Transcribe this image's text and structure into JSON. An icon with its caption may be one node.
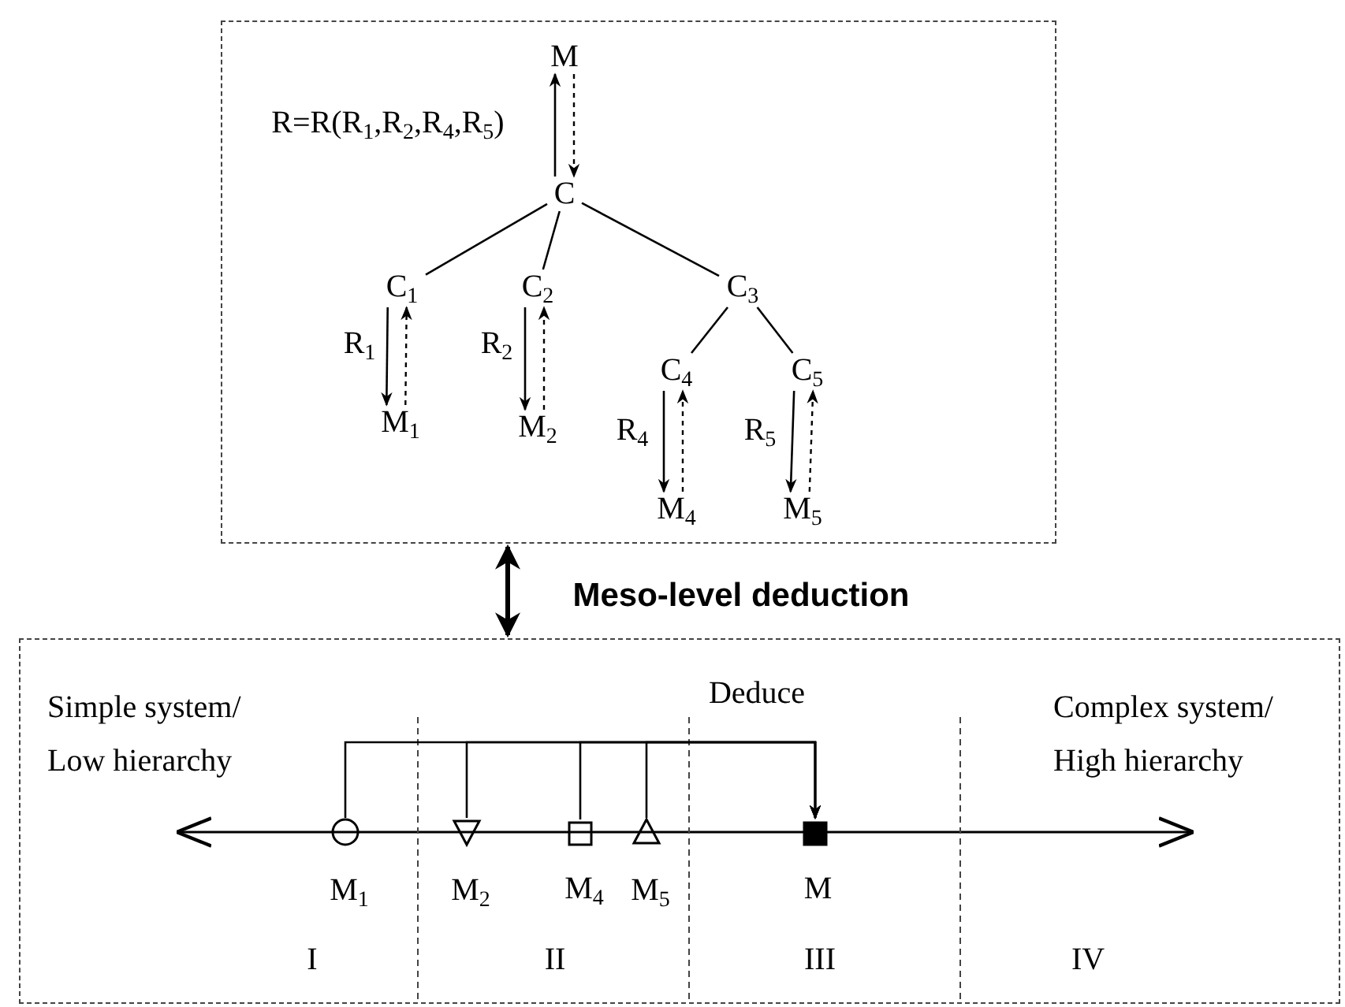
{
  "diagram": {
    "nodes": [
      {
        "text": [],
        "shape": "box"
      },
      {
        "text": [
          "M"
        ],
        "in": 0
      },
      {
        "text": [
          "C"
        ],
        "in": 0
      },
      {
        "text": [
          "C$_{1}$"
        ],
        "in": 0
      },
      {
        "text": [
          "C$_{2}$"
        ],
        "in": 0
      },
      {
        "text": [
          "C$_{3}$"
        ],
        "in": 0
      },
      {
        "text": [
          "C$_{4}$"
        ],
        "in": 0
      },
      {
        "text": [
          "C$_{5}$"
        ],
        "in": 0
      },
      {
        "text": [
          "M$_{1}$"
        ],
        "in": 0
      },
      {
        "text": [
          "M$_{2}$"
        ],
        "in": 0
      },
      {
        "text": [
          "M$_{4}$"
        ],
        "in": 0
      },
      {
        "text": [
          "M$_{5}$"
        ],
        "in": 0
      },
      {
        "text": [],
        "shape": "box"
      },
      {
        "text": [],
        "shape": "circle",
        "in": 12,
        "beside": [
          "M$_{1}$"
        ]
      },
      {
        "text": [],
        "shape": "triangle",
        "in": 12,
        "beside": [
          "M$_{2}$"
        ]
      },
      {
        "text": [],
        "shape": "box",
        "in": 12,
        "beside": [
          "M$_{4}$"
        ]
      },
      {
        "text": [],
        "shape": "triangle",
        "in": 12,
        "beside": [
          "M$_{5}$"
        ]
      },
      {
        "text": [],
        "shape": "box",
        "in": 12,
        "beside": [
          "M"
        ]
      }
    ],
    "edges": [
      {
        "from": 2,
        "to": 1,
        "arrow": "to",
        "label": "R=R(R$_{1}$,R$_{2}$,R$_{4}$,R$_{5}$)"
      },
      {
        "from": 1,
        "to": 2,
        "arrow": "to",
        "style": "dashed"
      },
      {
        "from": 2,
        "to": 3,
        "arrow": "none"
      },
      {
        "from": 2,
        "to": 4,
        "arrow": "none"
      },
      {
        "from": 2,
        "to": 5,
        "arrow": "none"
      },
      {
        "from": 5,
        "to": 6,
        "arrow": "none"
      },
      {
        "from": 5,
        "to": 7,
        "arrow": "none"
      },
      {
        "from": 3,
        "to": 8,
        "arrow": "to",
        "label": "R$_{1}$"
      },
      {
        "from": 8,
        "to": 3,
        "arrow": "to",
        "style": "dashed"
      },
      {
        "from": 4,
        "to": 9,
        "arrow": "to",
        "label": "R$_{2}$"
      },
      {
        "from": 9,
        "to": 4,
        "arrow": "to",
        "style": "dashed"
      },
      {
        "from": 6,
        "to": 10,
        "arrow": "to",
        "label": "R$_{4}$"
      },
      {
        "from": 10,
        "to": 6,
        "arrow": "to",
        "style": "dashed"
      },
      {
        "from": 7,
        "to": 11,
        "arrow": "to",
        "label": "R$_{5}$"
      },
      {
        "from": 11,
        "to": 7,
        "arrow": "to",
        "style": "dashed"
      },
      {
        "from": 0,
        "to": 12,
        "arrow": "both",
        "style": "thick",
        "label": "Meso-level deduction"
      },
      {
        "from": 13,
        "to": 17,
        "arrow": "to",
        "label": "Deduce"
      },
      {
        "from": 14,
        "to": 17,
        "arrow": "to"
      },
      {
        "from": 15,
        "to": 17,
        "arrow": "to"
      },
      {
        "from": 16,
        "to": 17,
        "arrow": "to"
      }
    ],
    "labels": [
      "Simple system/ Low hierarchy",
      "Complex system/ High hierarchy",
      "I",
      "II",
      "III",
      "IV"
    ]
  }
}
